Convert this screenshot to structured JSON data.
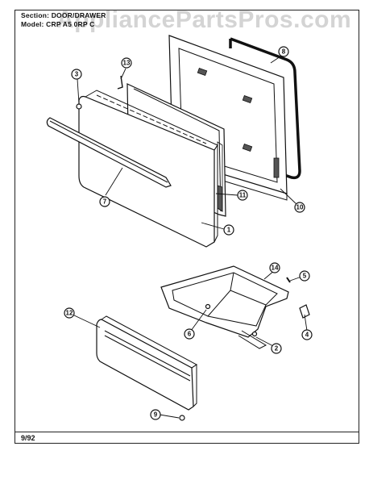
{
  "header": {
    "section_label": "Section:",
    "section_value": "DOOR/DRAWER",
    "model_label": "Model:",
    "model_value": "CRP A5 0RP C"
  },
  "watermark": "AppliancePartsPros.com",
  "footer": {
    "date_code": "9/92"
  },
  "callouts": [
    "1",
    "2",
    "3",
    "4",
    "5",
    "6",
    "7",
    "8",
    "9",
    "10",
    "11",
    "12",
    "13",
    "14"
  ]
}
